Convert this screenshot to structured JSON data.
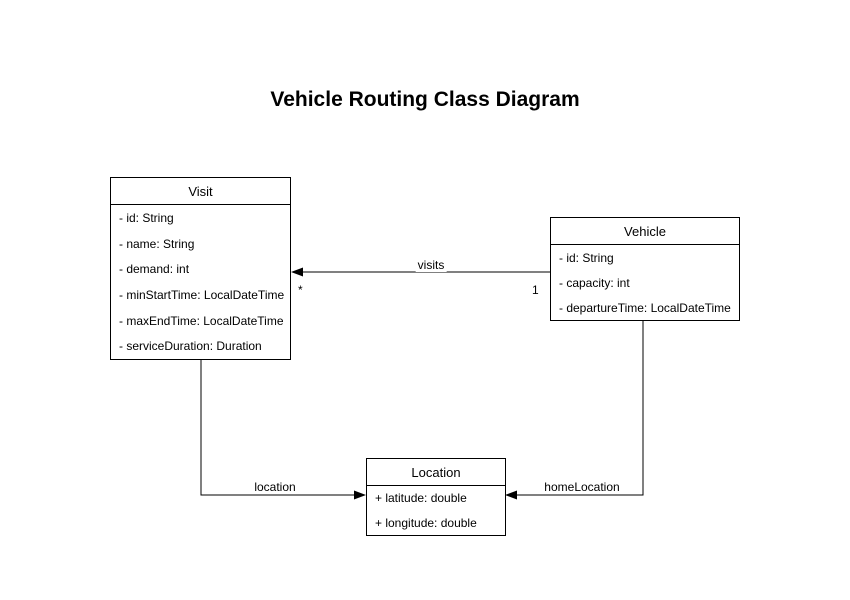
{
  "title": "Vehicle Routing Class Diagram",
  "classes": {
    "visit": {
      "name": "Visit",
      "fields": [
        "- id: String",
        "- name: String",
        "- demand: int",
        "- minStartTime: LocalDateTime",
        "- maxEndTime: LocalDateTime",
        "- serviceDuration: Duration"
      ]
    },
    "vehicle": {
      "name": "Vehicle",
      "fields": [
        "- id: String",
        "- capacity: int",
        "- departureTime: LocalDateTime"
      ]
    },
    "location": {
      "name": "Location",
      "fields": [
        "+ latitude: double",
        "+ longitude: double"
      ]
    }
  },
  "edges": {
    "visits": {
      "label": "visits",
      "source": "Vehicle",
      "target": "Visit",
      "source_multiplicity": "1",
      "target_multiplicity": "*"
    },
    "location": {
      "label": "location",
      "source": "Visit",
      "target": "Location"
    },
    "home_location": {
      "label": "homeLocation",
      "source": "Vehicle",
      "target": "Location"
    }
  },
  "colors": {
    "background": "#ffffff",
    "stroke": "#000000",
    "text": "#000000"
  }
}
